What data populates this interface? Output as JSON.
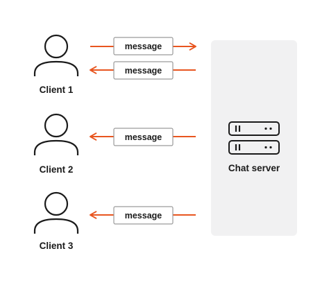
{
  "colors": {
    "arrow": "#e8551f",
    "outline": "#1a1a1a",
    "server_panel": "#f1f1f2",
    "message_border": "#9a9a9a"
  },
  "clients": [
    {
      "label": "Client 1",
      "icon": "person-icon"
    },
    {
      "label": "Client 2",
      "icon": "person-icon"
    },
    {
      "label": "Client 3",
      "icon": "person-icon"
    }
  ],
  "messages": [
    {
      "label": "message",
      "direction": "to-server",
      "client": "Client 1"
    },
    {
      "label": "message",
      "direction": "to-client",
      "client": "Client 1"
    },
    {
      "label": "message",
      "direction": "to-client",
      "client": "Client 2"
    },
    {
      "label": "message",
      "direction": "to-client",
      "client": "Client 3"
    }
  ],
  "server": {
    "label": "Chat server",
    "icon": "server-icon"
  }
}
